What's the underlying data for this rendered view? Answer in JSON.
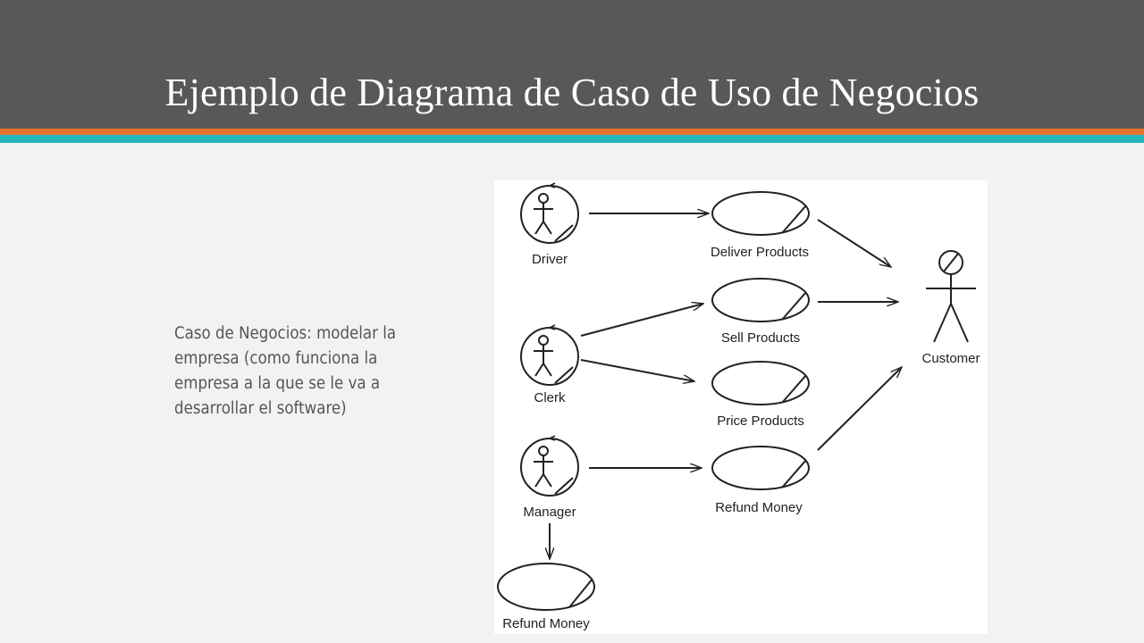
{
  "slide": {
    "title": "Ejemplo de Diagrama de Caso de Uso de Negocios",
    "body_lines": [
      "Caso de Negocios: modelar la",
      "empresa (como funciona la",
      "empresa a la que se le va a",
      "desarrollar el software)"
    ],
    "colors": {
      "title_bar": "#585858",
      "stripe_orange": "#e6742e",
      "stripe_teal": "#24b8be",
      "background": "#f2f2f2"
    }
  },
  "diagram": {
    "business_workers": {
      "driver": "Driver",
      "clerk": "Clerk",
      "manager": "Manager"
    },
    "business_use_cases": {
      "deliver": "Deliver Products",
      "sell": "Sell Products",
      "price": "Price Products",
      "refund": "Refund Money",
      "refund_bottom": "Refund Money"
    },
    "business_actor": "Customer"
  }
}
